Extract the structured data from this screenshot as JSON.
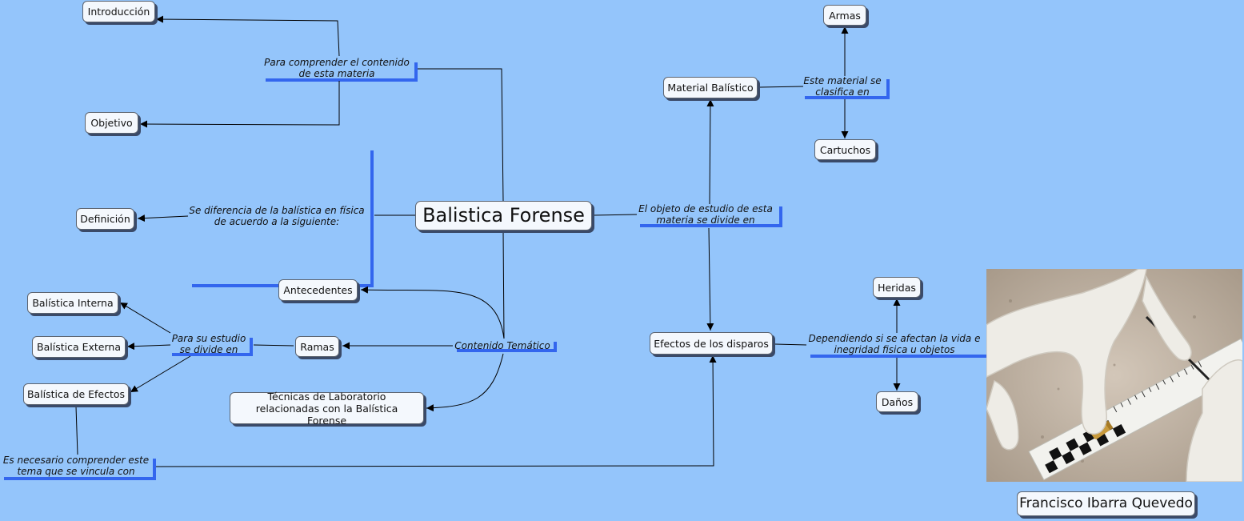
{
  "map": {
    "title": "Balistica Forense",
    "author": "Francisco Ibarra Quevedo",
    "nodes": {
      "introduccion": "Introducción",
      "objetivo": "Objetivo",
      "definicion": "Definición",
      "antecedentes": "Antecedentes",
      "balistica_interna": "Balística Interna",
      "balistica_externa": "Balística Externa",
      "balistica_efectos": "Balística de Efectos",
      "ramas": "Ramas",
      "tecnicas": "Técnicas de Laboratorio relacionadas con la Balística Forense",
      "material_balistico": "Material Balístico",
      "armas": "Armas",
      "cartuchos": "Cartuchos",
      "efectos_disparos": "Efectos de los disparos",
      "heridas": "Heridas",
      "danos": "Daños"
    },
    "links": {
      "comprender": "Para comprender el contenido de esta materia",
      "diferencia": "Se diferencia de la balística en física de acuerdo a la siguiente:",
      "para_estudio": "Para su estudio se divide en",
      "contenido": "Contenido Temático",
      "es_necesario": "Es necesario comprender este tema que se vincula con",
      "objeto": "El objeto de estudio de esta materia se divide en",
      "clasifica": "Este material se clasifica en",
      "dependiendo": "Dependiendo si se afectan la vida e inegridad fisica u objetos"
    }
  },
  "colors": {
    "background": "#94c5fb",
    "accent_bar": "#3366ee",
    "node_fill": "#f4f8fd"
  }
}
